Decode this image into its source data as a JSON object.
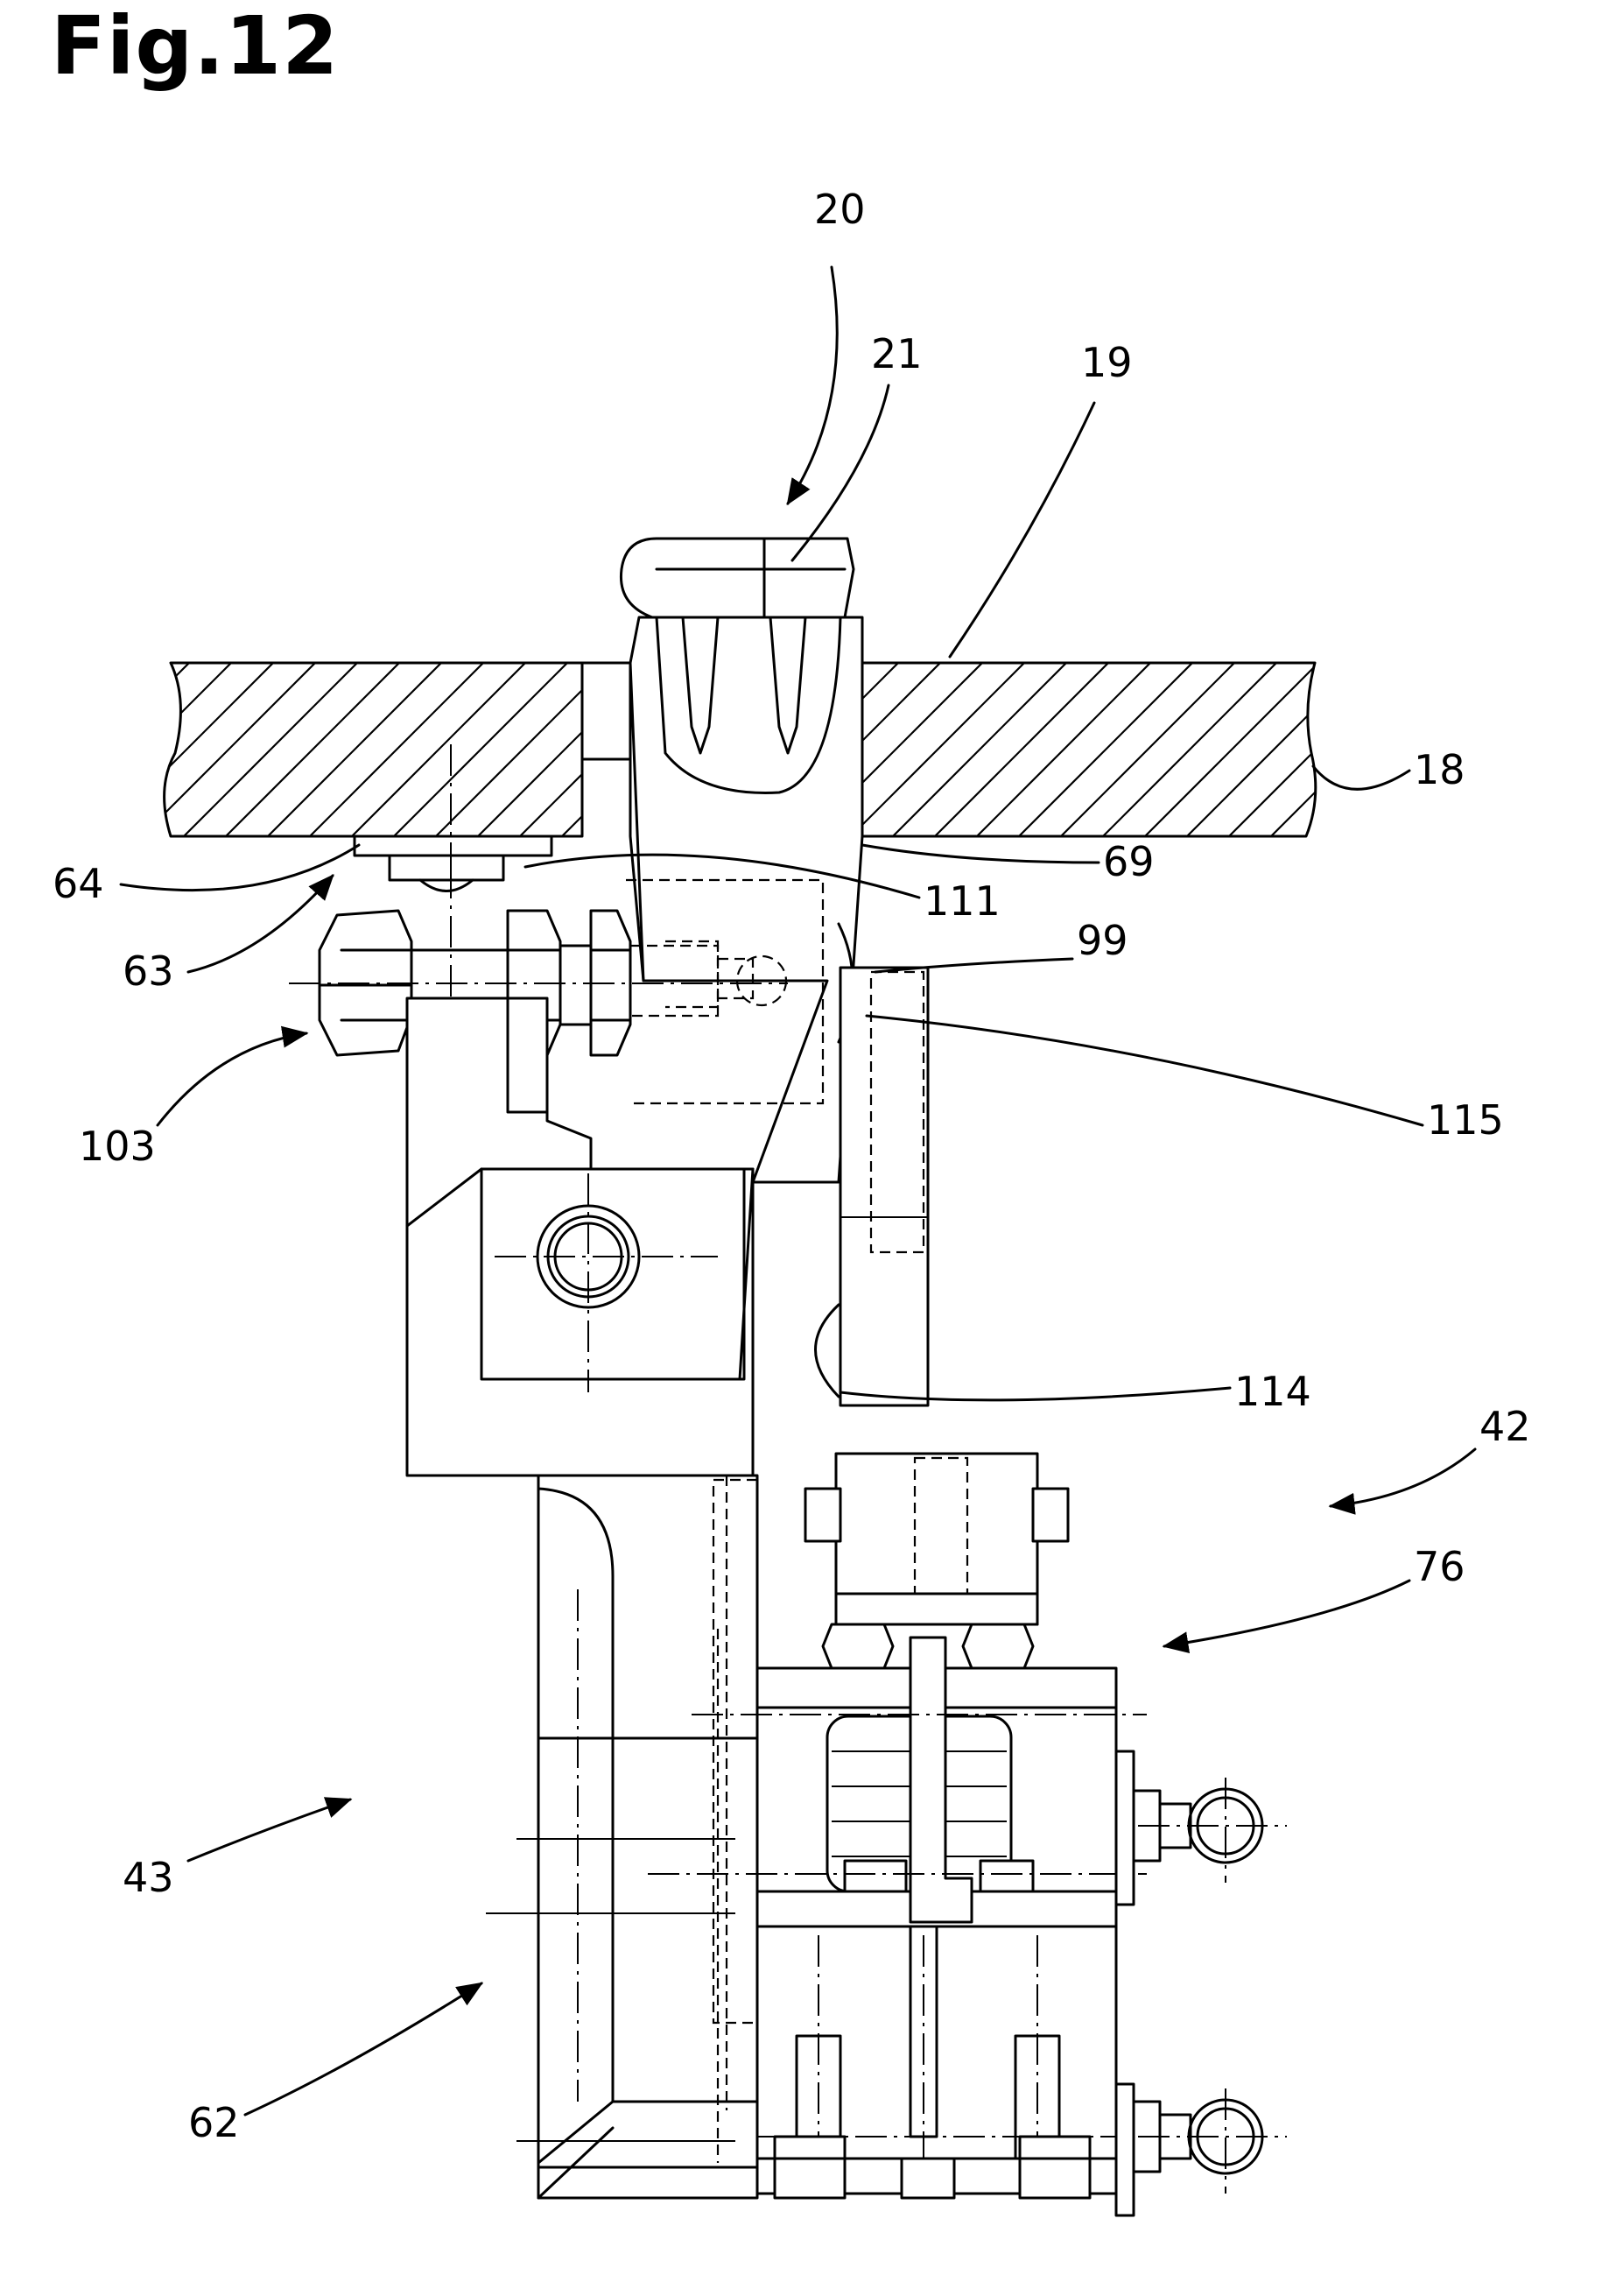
{
  "figure": {
    "title": "Fig.12"
  },
  "labels": [
    {
      "id": "20",
      "text": "20"
    },
    {
      "id": "21",
      "text": "21"
    },
    {
      "id": "19",
      "text": "19"
    },
    {
      "id": "18",
      "text": "18"
    },
    {
      "id": "64",
      "text": "64"
    },
    {
      "id": "111",
      "text": "111"
    },
    {
      "id": "69",
      "text": "69"
    },
    {
      "id": "63",
      "text": "63"
    },
    {
      "id": "99",
      "text": "99"
    },
    {
      "id": "103",
      "text": "103"
    },
    {
      "id": "115",
      "text": "115"
    },
    {
      "id": "114",
      "text": "114"
    },
    {
      "id": "42",
      "text": "42"
    },
    {
      "id": "76",
      "text": "76"
    },
    {
      "id": "43",
      "text": "43"
    },
    {
      "id": "62",
      "text": "62"
    }
  ]
}
